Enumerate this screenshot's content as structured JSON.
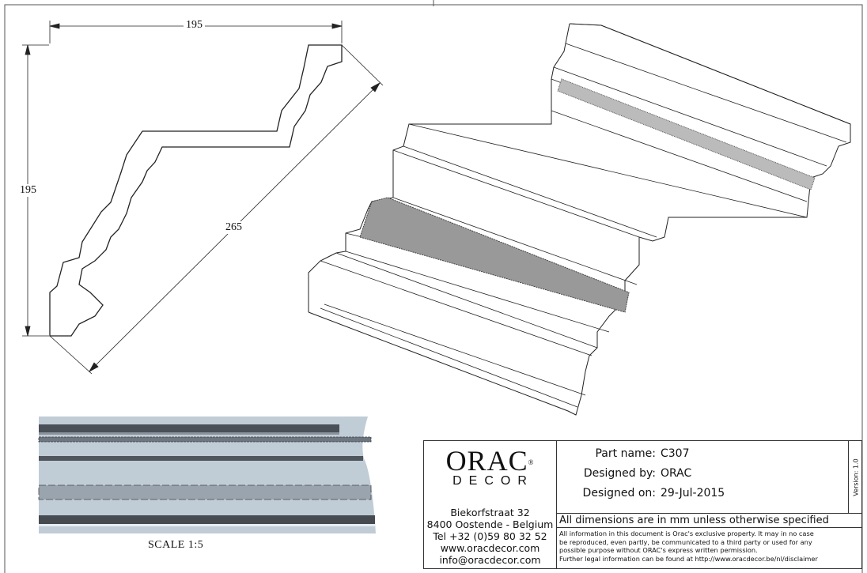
{
  "drawing": {
    "dimensions": {
      "width": "195",
      "height": "195",
      "diagonal": "265"
    },
    "scale_label": "SCALE  1:5"
  },
  "title_block": {
    "logo": {
      "brand": "ORAC",
      "registered": "®",
      "sub": "DECOR"
    },
    "address": [
      "Biekorfstraat 32",
      "8400 Oostende - Belgium",
      "Tel  +32 (0)59 80 32 52",
      "www.oracdecor.com",
      "info@oracdecor.com"
    ],
    "fields": [
      {
        "label": "Part name:",
        "value": "C307"
      },
      {
        "label": "Designed by:",
        "value": "ORAC"
      },
      {
        "label": "Designed on:",
        "value": "29-Jul-2015"
      }
    ],
    "version": "Version: 1.0",
    "units_note": "All dimensions are in mm unless otherwise specified",
    "legal": [
      "All information in this document is Orac's exclusive property.  It may in no case",
      "be reproduced, even partly, be communicated to a third party or used for any",
      "possible purpose without ORAC's express written permission.",
      "Further legal information can be found at http://www.oracdecor.be/nl/disclaimer"
    ]
  },
  "colors": {
    "line": "#222222",
    "render_base": "#c0ccd6",
    "render_dark": "#4a5058"
  }
}
